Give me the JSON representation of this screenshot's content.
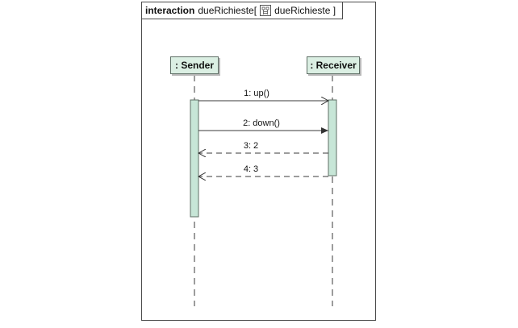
{
  "frame": {
    "keyword": "interaction",
    "name": "dueRichieste[",
    "ref_icon": "interaction-ref-icon",
    "ref_name": "dueRichieste ]"
  },
  "lifelines": [
    {
      "label": ": Sender"
    },
    {
      "label": ": Receiver"
    }
  ],
  "messages": [
    {
      "label": "1: up()",
      "kind": "async",
      "from": 0,
      "to": 1
    },
    {
      "label": "2: down()",
      "kind": "sync",
      "from": 0,
      "to": 1
    },
    {
      "label": "3: 2",
      "kind": "reply",
      "from": 1,
      "to": 0
    },
    {
      "label": "4: 3",
      "kind": "reply",
      "from": 1,
      "to": 0
    }
  ],
  "colors": {
    "head_fill": "#dbefe3",
    "activation_fill": "#c7e6d7",
    "line": "#3a3a3a"
  }
}
